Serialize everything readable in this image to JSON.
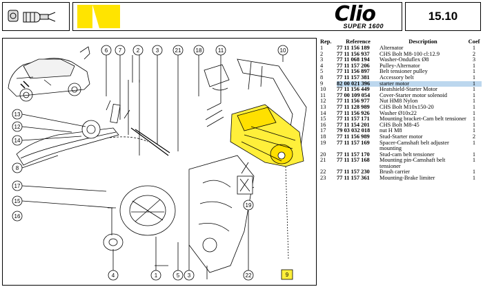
{
  "header": {
    "icon_name": "starter-motor-icon",
    "model_name": "Clio",
    "model_subtitle": "SUPER 1600",
    "section_code": "15.10",
    "accent_color": "#ffe400"
  },
  "diagram": {
    "highlight_color": "#ffef3a",
    "callouts": [
      "6",
      "7",
      "2",
      "3",
      "21",
      "18",
      "11",
      "10",
      "13",
      "12",
      "14",
      "8",
      "17",
      "15",
      "16",
      "19",
      "1",
      "4",
      "5",
      "3",
      "22",
      "9"
    ]
  },
  "table": {
    "headers": {
      "rep": "Rep.",
      "reference": "Reference",
      "description": "Description",
      "coef": "Coef"
    },
    "rows": [
      {
        "rep": "1",
        "reference": "77 11 156 189",
        "description": "Alternator",
        "coef": "1"
      },
      {
        "rep": "2",
        "reference": "77 11 156 937",
        "description": "CHS Bolt M8-100 cl:12.9",
        "coef": "2"
      },
      {
        "rep": "3",
        "reference": "77 11 068 194",
        "description": "Washer-Onduflex Ø8",
        "coef": "3"
      },
      {
        "rep": "4",
        "reference": "77 11 157 206",
        "description": "Pulley-Alternator",
        "coef": "1"
      },
      {
        "rep": "5",
        "reference": "77 11 156 897",
        "description": "Belt tensioner pulley",
        "coef": "1"
      },
      {
        "rep": "8",
        "reference": "77 11 157 381",
        "description": "Accessory belt",
        "coef": "1"
      },
      {
        "rep": "9",
        "reference": "82 00 021 396",
        "description": "starter motor",
        "coef": "1",
        "selected": true
      },
      {
        "rep": "10",
        "reference": "77 11 156 449",
        "description": "Heatshield-Starter Motor",
        "coef": "1"
      },
      {
        "rep": "11",
        "reference": "77 00 109 054",
        "description": "Cover-Starter motor solenoid",
        "coef": "1"
      },
      {
        "rep": "12",
        "reference": "77 11 156 977",
        "description": "Nut HM8 Nylon",
        "coef": "1"
      },
      {
        "rep": "13",
        "reference": "77 11 128 989",
        "description": "CHS Bolt M10x150-20",
        "coef": "1"
      },
      {
        "rep": "14",
        "reference": "77 11 156 926",
        "description": "Washer Ø10x22",
        "coef": "1"
      },
      {
        "rep": "15",
        "reference": "77 11 157 171",
        "description": "Mounting bracket-Cam belt tensioner",
        "coef": "1"
      },
      {
        "rep": "16",
        "reference": "77 11 154 201",
        "description": "CHS Bolt M8-45",
        "coef": "1"
      },
      {
        "rep": "17",
        "reference": "79 03 032 018",
        "description": "nut H M8",
        "coef": "1"
      },
      {
        "rep": "18",
        "reference": "77 11 156 989",
        "description": "Stud-Starter motor",
        "coef": "2"
      },
      {
        "rep": "19",
        "reference": "77 11 157 169",
        "description": "Spacer-Camshaft belt adjuster mounting",
        "coef": "1"
      },
      {
        "rep": "20",
        "reference": "77 11 157 170",
        "description": "Stud-cam belt tensioner",
        "coef": "1"
      },
      {
        "rep": "21",
        "reference": "77 11 157 168",
        "description": "Mounting pin-Camshaft belt tensioner",
        "coef": "1"
      },
      {
        "rep": "22",
        "reference": "77 11 157 230",
        "description": "Brush carrier",
        "coef": "1"
      },
      {
        "rep": "23",
        "reference": "77 11 157 361",
        "description": "Mounting-Brake limiter",
        "coef": "1"
      }
    ]
  }
}
